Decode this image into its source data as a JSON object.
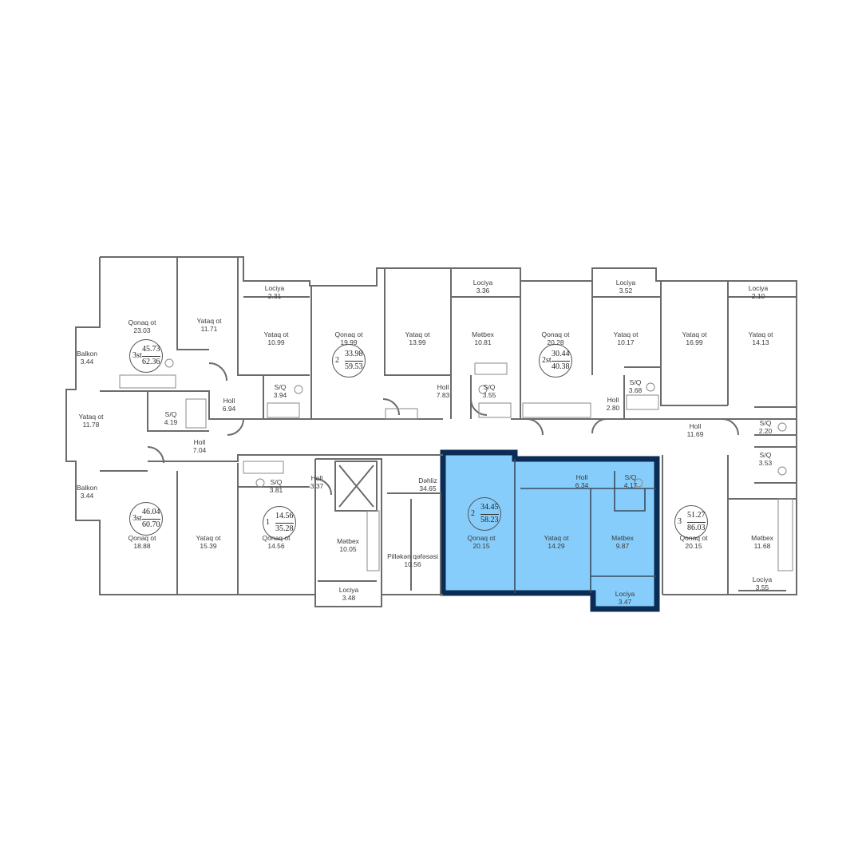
{
  "colors": {
    "wall": "#6b6b6b",
    "highlight_fill": "#87cdfb",
    "highlight_border": "#0b2d55",
    "text": "#3a3a3a"
  },
  "apartments": [
    {
      "rooms": "3st",
      "living": "45.73",
      "total": "62.36"
    },
    {
      "rooms": "2",
      "living": "33.98",
      "total": "59.53"
    },
    {
      "rooms": "2st",
      "living": "30.44",
      "total": "40.38"
    },
    {
      "rooms": "3st",
      "living": "46.04",
      "total": "60.70"
    },
    {
      "rooms": "1",
      "living": "14.56",
      "total": "35.28"
    },
    {
      "rooms": "2",
      "living": "34.45",
      "total": "58.23"
    },
    {
      "rooms": "3",
      "living": "51.27",
      "total": "86.03"
    }
  ],
  "rooms": [
    {
      "name": "Qonaq ot",
      "area": "23.03"
    },
    {
      "name": "Yataq ot",
      "area": "11.71"
    },
    {
      "name": "Balkon",
      "area": "3.44"
    },
    {
      "name": "Lociya",
      "area": "2.31"
    },
    {
      "name": "Yataq ot",
      "area": "10.99"
    },
    {
      "name": "Qonaq ot",
      "area": "19.99"
    },
    {
      "name": "Yataq ot",
      "area": "13.99"
    },
    {
      "name": "Lociya",
      "area": "3.36"
    },
    {
      "name": "Mətbex",
      "area": "10.81"
    },
    {
      "name": "Qonaq ot",
      "area": "20.28"
    },
    {
      "name": "Lociya",
      "area": "3.52"
    },
    {
      "name": "Yataq ot",
      "area": "10.17"
    },
    {
      "name": "Yataq ot",
      "area": "16.99"
    },
    {
      "name": "Lociya",
      "area": "2.10"
    },
    {
      "name": "Yataq ot",
      "area": "14.13"
    },
    {
      "name": "Holl",
      "area": "6.94"
    },
    {
      "name": "S/Q",
      "area": "3.94"
    },
    {
      "name": "Holl",
      "area": "7.83"
    },
    {
      "name": "S/Q",
      "area": "3.55"
    },
    {
      "name": "Holl",
      "area": "2.80"
    },
    {
      "name": "S/Q",
      "area": "3.68"
    },
    {
      "name": "Holl",
      "area": "11.69"
    },
    {
      "name": "S/Q",
      "area": "2.20"
    },
    {
      "name": "Yataq ot",
      "area": "11.78"
    },
    {
      "name": "S/Q",
      "area": "4.19"
    },
    {
      "name": "Holl",
      "area": "7.04"
    },
    {
      "name": "S/Q",
      "area": "3.53"
    },
    {
      "name": "Balkon",
      "area": "3.44"
    },
    {
      "name": "S/Q",
      "area": "3.81"
    },
    {
      "name": "Holl",
      "area": "3.37"
    },
    {
      "name": "Dəhliz",
      "area": "34.65"
    },
    {
      "name": "Holl",
      "area": "6.34"
    },
    {
      "name": "S/Q",
      "area": "4.17"
    },
    {
      "name": "Qonaq ot",
      "area": "18.88"
    },
    {
      "name": "Yataq ot",
      "area": "15.39"
    },
    {
      "name": "Qonaq ot",
      "area": "14.56"
    },
    {
      "name": "Mətbex",
      "area": "10.05"
    },
    {
      "name": "Pilləkən qəfəsəsi",
      "area": "10.56"
    },
    {
      "name": "Qonaq ot",
      "area": "20.15"
    },
    {
      "name": "Yataq ot",
      "area": "14.29"
    },
    {
      "name": "Mətbex",
      "area": "9.87"
    },
    {
      "name": "Qonaq ot",
      "area": "20.15"
    },
    {
      "name": "Mətbex",
      "area": "11.68"
    },
    {
      "name": "Lociya",
      "area": "3.48"
    },
    {
      "name": "Lociya",
      "area": "3.47"
    },
    {
      "name": "Lociya",
      "area": "3.55"
    }
  ]
}
